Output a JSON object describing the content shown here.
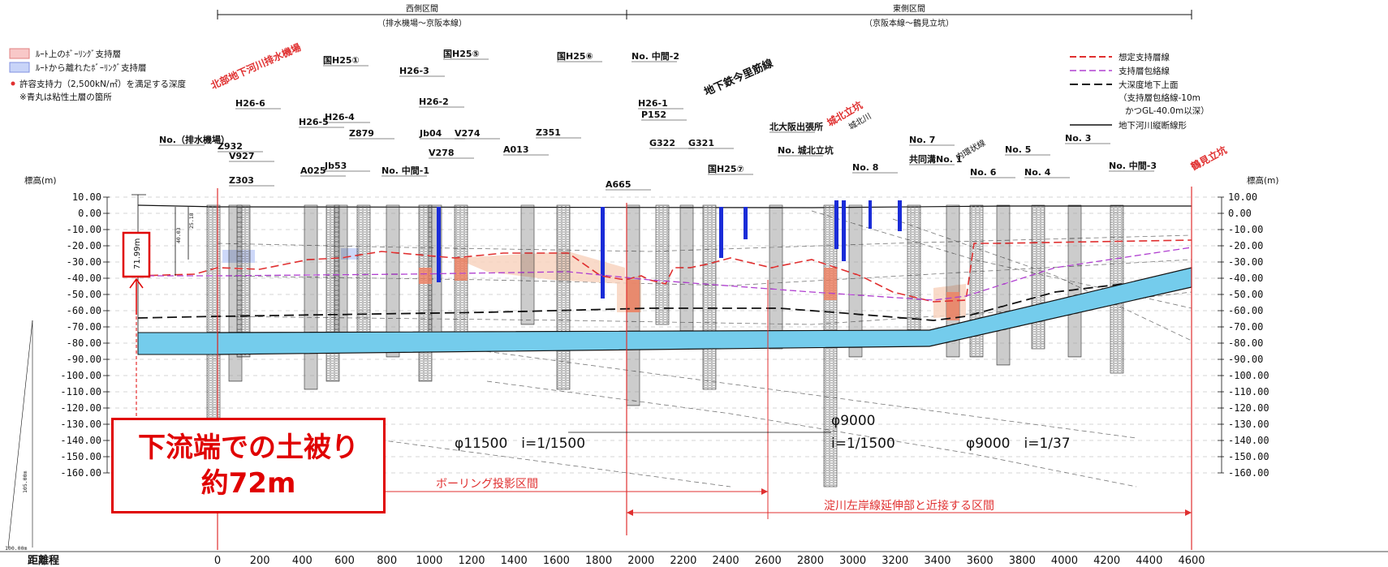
{
  "header": {
    "west_title": "西側区間",
    "west_sub": "（排水機場～京阪本線）",
    "east_title": "東側区間",
    "east_sub": "（京阪本線～鶴見立坑）"
  },
  "legend_left": {
    "pink_label": "ﾙｰﾄ上のﾎﾞｰﾘﾝｸﾞ支持層",
    "blue_label": "ﾙｰﾄから離れたﾎﾞｰﾘﾝｸﾞ支持層",
    "note1": "許容支持力（2,500kN/㎡）を満足する深度",
    "note2": "※青丸は粘性土層の箇所"
  },
  "legend_right": {
    "items": [
      "想定支持層線",
      "支持層包絡線",
      "大深度地下上面",
      "（支持層包絡線-10m",
      "かつGL-40.0m以深）",
      "地下河川縦断線形"
    ],
    "colors": [
      "#e03030",
      "#b040d0",
      "#111111",
      "#111111"
    ]
  },
  "axis": {
    "left_title": "標高(m)",
    "right_title": "標高(m)",
    "elevations": [
      "10.00",
      "0.00",
      "-10.00",
      "-20.00",
      "-30.00",
      "-40.00",
      "-50.00",
      "-60.00",
      "-70.00",
      "-80.00",
      "-90.00",
      "-100.00",
      "-110.00",
      "-120.00",
      "-130.00",
      "-140.00",
      "-150.00",
      "-160.00"
    ],
    "distance_title": "距離程",
    "distances": [
      "0",
      "200",
      "400",
      "600",
      "800",
      "1000",
      "1200",
      "1400",
      "1600",
      "1800",
      "2000",
      "2200",
      "2400",
      "2600",
      "2800",
      "3000",
      "3200",
      "3400",
      "3600",
      "3800",
      "4000",
      "4200",
      "4400",
      "4600"
    ],
    "left_small_label": "100.00m",
    "left_small_label2": "105.00m"
  },
  "borehole_labels": [
    "No.（排水機場）",
    "Z932",
    "V927",
    "Z303",
    "H26-6",
    "A025",
    "H26-5",
    "H26-4",
    "国H25①",
    "Z879",
    "Jb53",
    "No. 中間-1",
    "H26-3",
    "国H25⑤",
    "H26-2",
    "Jb04",
    "V278",
    "V274",
    "A013",
    "Z351",
    "国H25⑥",
    "A665",
    "No. 中間-2",
    "H26-1",
    "P152",
    "G322",
    "G321",
    "国H25⑦",
    "北大阪出張所",
    "No. 城北立坑",
    "No. 8",
    "No. 7",
    "共同溝No. 1",
    "No. 6",
    "No. 5",
    "No. 4",
    "No. 3",
    "No. 中間-3"
  ],
  "annotations": {
    "north_start": "北部地下河川排水機場",
    "subway": "地下鉄今里筋線",
    "jouhoku_shaft": "城北立坑",
    "jouhoku_river": "城北川",
    "sluice": "内環状線",
    "tsurumi_shaft": "鶴見立坑",
    "tunnel_west": "φ11500　i=1/1500",
    "tunnel_mid": "φ9000",
    "tunnel_mid_slope": "i=1/1500",
    "tunnel_east": "φ9000　i=1/37",
    "boring_section": "ボーリング投影区間",
    "yodogawa_section": "淀川左岸線延伸部と近接する区間",
    "depth_label": "71.99m",
    "depth_small1": "40.03",
    "depth_small2": "25.18"
  },
  "callout": {
    "line1": "下流端での土被り",
    "line2": "約72m"
  }
}
